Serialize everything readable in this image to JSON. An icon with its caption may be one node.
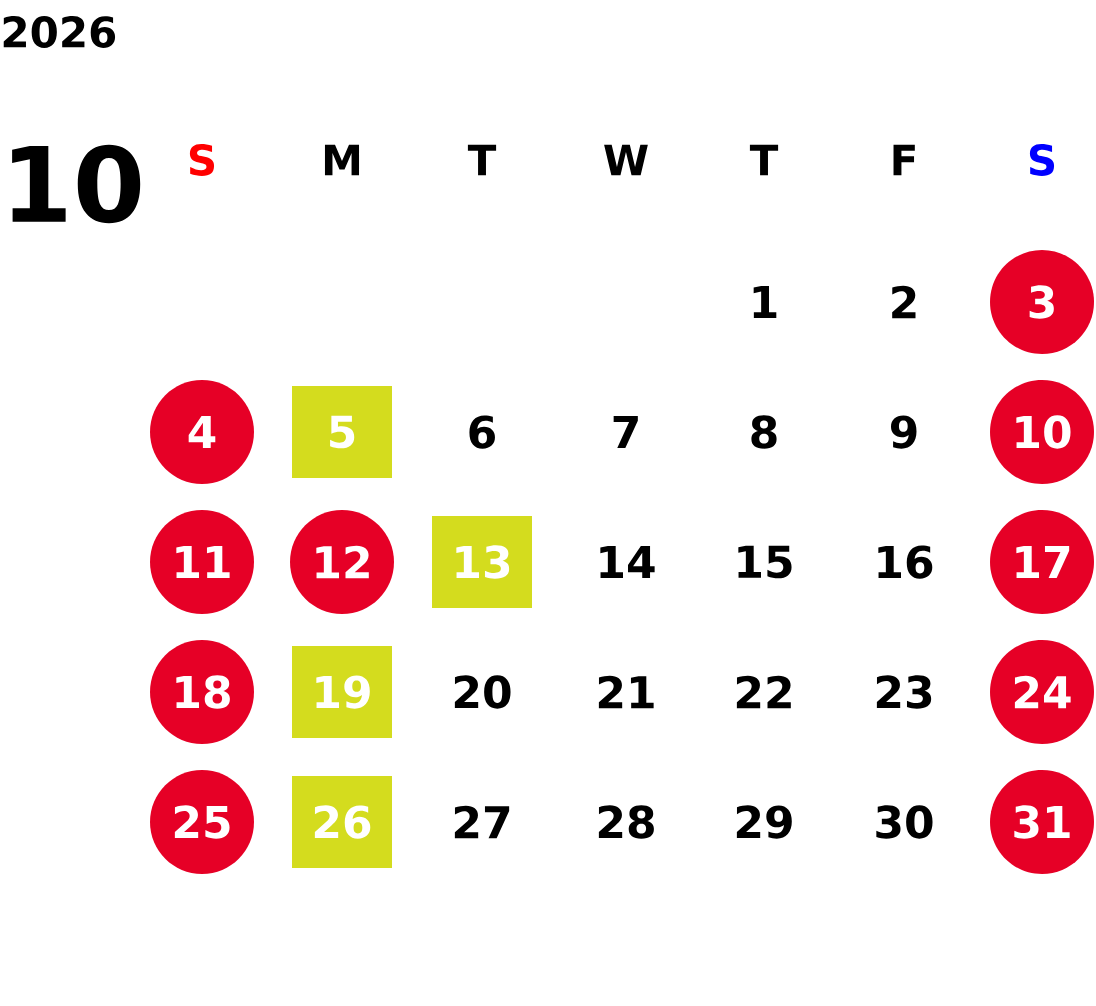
{
  "diagram": {
    "title": "2026",
    "nodes": [
      {
        "text": [
          "3"
        ]
      },
      {
        "text": [
          "4"
        ]
      },
      {
        "text": [
          "5"
        ]
      },
      {
        "text": [
          "10"
        ]
      },
      {
        "text": [
          "11"
        ]
      },
      {
        "text": [
          "12"
        ]
      },
      {
        "text": [
          "13"
        ]
      },
      {
        "text": [
          "17"
        ]
      },
      {
        "text": [
          "18"
        ]
      },
      {
        "text": [
          "19"
        ]
      },
      {
        "text": [
          "24"
        ]
      },
      {
        "text": [
          "25"
        ]
      },
      {
        "text": [
          "26"
        ]
      },
      {
        "text": [
          "31"
        ]
      }
    ],
    "labels": [
      "10",
      "S",
      "M",
      "T",
      "W",
      "T",
      "F",
      "S",
      "1",
      "2",
      "6",
      "7",
      "8",
      "9",
      "14",
      "15",
      "16",
      "20",
      "21",
      "22",
      "23",
      "27",
      "28",
      "29",
      "30"
    ]
  }
}
